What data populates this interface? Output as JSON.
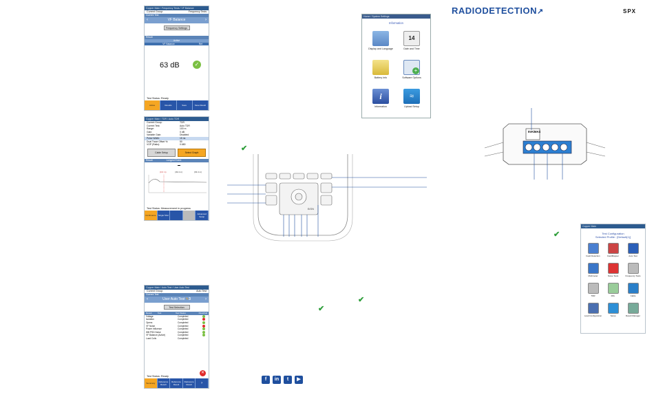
{
  "brand": {
    "name": "RADIODETECTION",
    "mark": "↗",
    "spx": "SPX"
  },
  "screen_vf": {
    "titlebar": "Copper Main / Frequency Tests / VF Balance",
    "group_label": "Current Group:",
    "group_value": "Frequency Tests",
    "test_hdr": "Current Test",
    "test_name": "VF Balance",
    "settings_btn": "Frequency Settings",
    "result_hdr": "Result",
    "col1": "Active",
    "col2": "VF Balance",
    "col3": "Ref",
    "reading": "63 dB",
    "status_label": "Test Status:",
    "status_value": "Ready",
    "tabs": [
      "Active",
      "Results",
      "Save",
      "Save Result"
    ]
  },
  "screen_tdr": {
    "titlebar": "Copper Main / TDR / Auto TDR",
    "rows": [
      [
        "Current Group:",
        "TDR"
      ],
      [
        "Current Test:",
        "Auto TDR"
      ],
      [
        "Range:",
        "100 m"
      ],
      [
        "Gain:",
        "0 dB"
      ],
      [
        "Variable Gain:",
        "Disabled"
      ],
      [
        "Pulse Width:",
        "15 ns"
      ],
      [
        "Dual Trace Offset %:",
        "50"
      ],
      [
        "VOP (Ratio):",
        "0.680"
      ]
    ],
    "cable_btn": "Cable Setup",
    "select_btn": "Select Graph",
    "result_hdr": "Result",
    "result_hdr2": "Longest Event",
    "m1": "(0.0 m)",
    "m2": "(49.4 m)",
    "m3": "(93.4 m)",
    "status_label": "Test Status:",
    "status_value": "Measurement in progress",
    "tabs": [
      "Continuous",
      "Single Shot",
      "",
      "",
      "Advanced Setup"
    ]
  },
  "screen_auto": {
    "titlebar": "Copper Main / Auto Test / User Auto Test",
    "group_label": "Current Group:",
    "group_value": "Auto Test",
    "test_hdr": "Current Test",
    "test_name": "User Auto Test",
    "count": "3",
    "sel_btn": "Test Selection",
    "cols": [
      "Result",
      "Test",
      "Test Status",
      "Pass/Fail"
    ],
    "rows": [
      [
        "Voltage",
        "Completed",
        "ok"
      ],
      [
        "Isolation",
        "Completed",
        "fail"
      ],
      [
        "Opens",
        "Completed",
        "ok"
      ],
      [
        "VF Noise",
        "Completed",
        "fail"
      ],
      [
        "Power Influence",
        "Completed",
        "ok"
      ],
      [
        "WB PSD Noise",
        "Completed",
        "ok"
      ],
      [
        "VF Balance (Active)",
        "Completed",
        "ok"
      ],
      [
        "Load Coils",
        "Completed",
        ""
      ]
    ],
    "status_label": "Test Status:",
    "status_value": "Ready",
    "tabs": [
      "Summary",
      "Reference Result",
      "Reference Result",
      "Reference Result",
      "›"
    ]
  },
  "screen_info": {
    "titlebar": "Home / System Settings",
    "title": "Information",
    "items": [
      "Display and Language",
      "Date and Time",
      "Battery Info",
      "Software Options",
      "Information",
      "Upload Setup"
    ],
    "date_num": "14"
  },
  "screen_config": {
    "titlebar": "Copper Main",
    "title": "Test Configuration",
    "subtitle": "Selected Profile : [Default(1)]",
    "items": [
      "Fault Detection",
      "FaultMapper",
      "Auto Test",
      "Multimeter",
      "Noise Tests",
      "Frequency Tests",
      "TDR",
      "RFL",
      "Cable",
      "Load Configuration",
      "Setup",
      "Result Manager"
    ]
  },
  "connector_label": "5VA/MAX",
  "keypad_label": "E/ON",
  "colors": {
    "accent": "#1f4f9e",
    "check": "#2e9e3a",
    "tab_on": "#f5a623",
    "tab": "#2855a8"
  }
}
